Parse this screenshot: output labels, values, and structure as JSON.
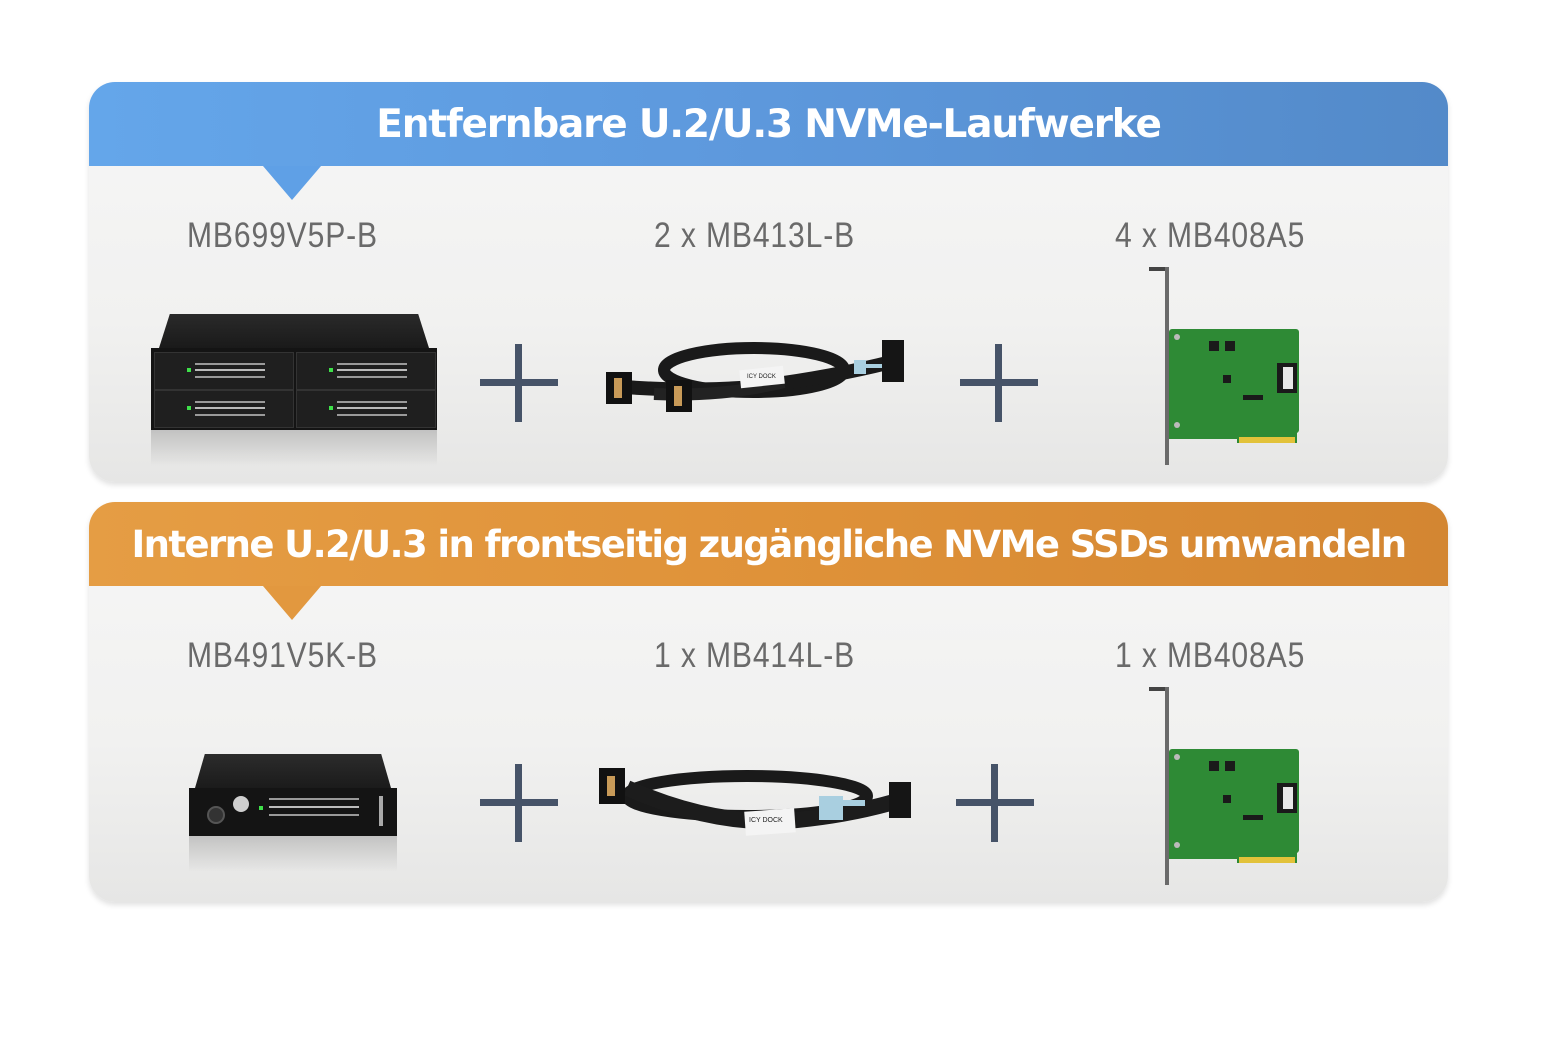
{
  "sections": [
    {
      "title": "Entfernbare U.2/U.3 NVMe-Laufwerke",
      "accent_color": "#5d98dc",
      "items": [
        {
          "label": "MB699V5P-B",
          "image": "4-bay-drive-enclosure"
        },
        {
          "label": "2 x MB413L-B",
          "image": "slimsas-cable"
        },
        {
          "label": "4 x MB408A5",
          "image": "pcie-adapter-card"
        }
      ],
      "operators": [
        "+",
        "+"
      ],
      "cable_tag": "ICY DOCK"
    },
    {
      "title": "Interne U.2/U.3 in frontseitig zugängliche NVMe SSDs umwandeln",
      "accent_color": "#df9239",
      "items": [
        {
          "label": "MB491V5K-B",
          "image": "1-bay-drive-enclosure"
        },
        {
          "label": "1 x MB414L-B",
          "image": "slimsas-cable"
        },
        {
          "label": "1 x MB408A5",
          "image": "pcie-adapter-card"
        }
      ],
      "operators": [
        "+",
        "+"
      ],
      "cable_tag": "ICY DOCK"
    }
  ]
}
